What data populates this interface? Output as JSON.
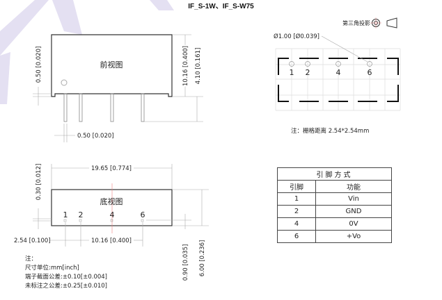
{
  "title": "IF_S-1W、IF_S-W75",
  "front_view": {
    "label": "前视图",
    "dim_pin_offset": "0.50 [0.020]",
    "dim_height": "10.16 [0.400]",
    "dim_pin_length": "4.10 [0.161]",
    "dim_pin_width": "0.50 [0.020]"
  },
  "projection_label": "第三角投影",
  "footprint": {
    "hole_dim": "Ø1.00 [Ø0.039]",
    "pins": [
      "1",
      "2",
      "4",
      "6"
    ],
    "grid_note": "注：栅格距离 2.54*2.54mm"
  },
  "bottom_view": {
    "label": "底视图",
    "pins": [
      "1",
      "2",
      "4",
      "6"
    ],
    "dim_length": "19.65 [0.774]",
    "dim_top_offset": "0.30 [0.012]",
    "dim_pitch": "2.54 [0.100]",
    "dim_span": "10.16 [0.400]",
    "dim_pin_row": "0.90 [0.035]",
    "dim_width": "6.00 [0.236]"
  },
  "notes": [
    "注：",
    "尺寸单位:mm[inch]",
    "端子截面公差:±0.10[±0.004]",
    "未标注之公差:±0.25[±0.010]"
  ],
  "pin_table": {
    "title": "引脚方式",
    "headers": [
      "引脚",
      "功能"
    ],
    "rows": [
      [
        "1",
        "Vin"
      ],
      [
        "2",
        "GND"
      ],
      [
        "4",
        "0V"
      ],
      [
        "6",
        "+Vo"
      ]
    ]
  }
}
